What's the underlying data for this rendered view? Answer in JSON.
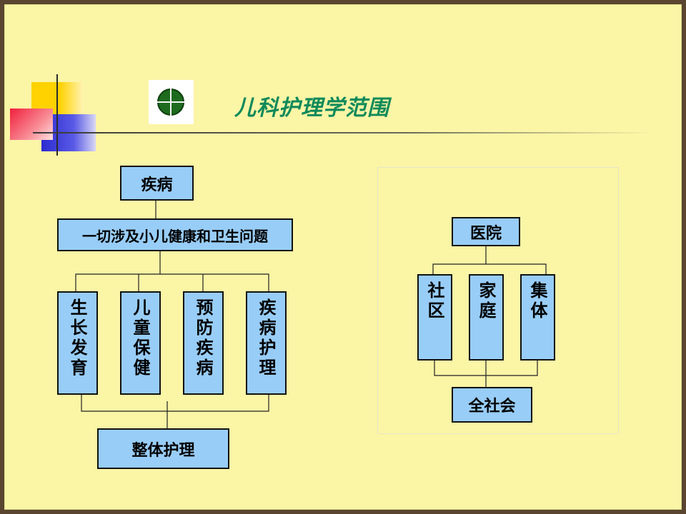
{
  "slide": {
    "title": "儿科护理学范围",
    "colors": {
      "background": "#fbf5a6",
      "frame": "#5a4630",
      "title": "#0f8a5a",
      "box_fill": "#98cdf7",
      "box_border": "#111111",
      "deco_yellow": "#ffd200",
      "deco_red": "#f0203c",
      "deco_blue": "#2b2bd0"
    },
    "logo_icon": "green-crosshair-circle"
  },
  "left_diagram": {
    "top": "疾病",
    "scope": "一切涉及小儿健康和卫生问题",
    "branches": [
      "生长发育",
      "儿童保健",
      "预防疾病",
      "疾病护理"
    ],
    "bottom": "整体护理"
  },
  "right_diagram": {
    "top": "医院",
    "branches": [
      "社区",
      "家庭",
      "集体"
    ],
    "bottom": "全社会"
  }
}
